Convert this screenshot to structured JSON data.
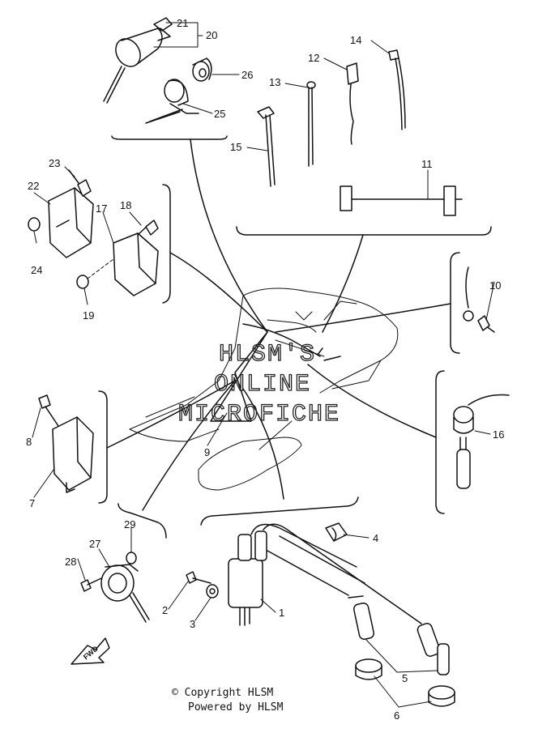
{
  "callouts": {
    "c1": "1",
    "c2": "2",
    "c3": "3",
    "c4": "4",
    "c5": "5",
    "c6": "6",
    "c7": "7",
    "c8": "8",
    "c9": "9",
    "c10": "10",
    "c11": "11",
    "c12": "12",
    "c13": "13",
    "c14": "14",
    "c15": "15",
    "c16": "16",
    "c17": "17",
    "c18": "18",
    "c19": "19",
    "c20": "20",
    "c21": "21",
    "c22": "22",
    "c23": "23",
    "c24": "24",
    "c25": "25",
    "c26": "26",
    "c27": "27",
    "c28": "28",
    "c29": "29"
  },
  "watermark": {
    "line1": "HLSM'S",
    "line2": "ONLINE",
    "line3": "MICROFICHE"
  },
  "direction_badge": "FWD",
  "footer": {
    "copyright": "© Copyright HLSM",
    "powered": "Powered by HLSM"
  }
}
